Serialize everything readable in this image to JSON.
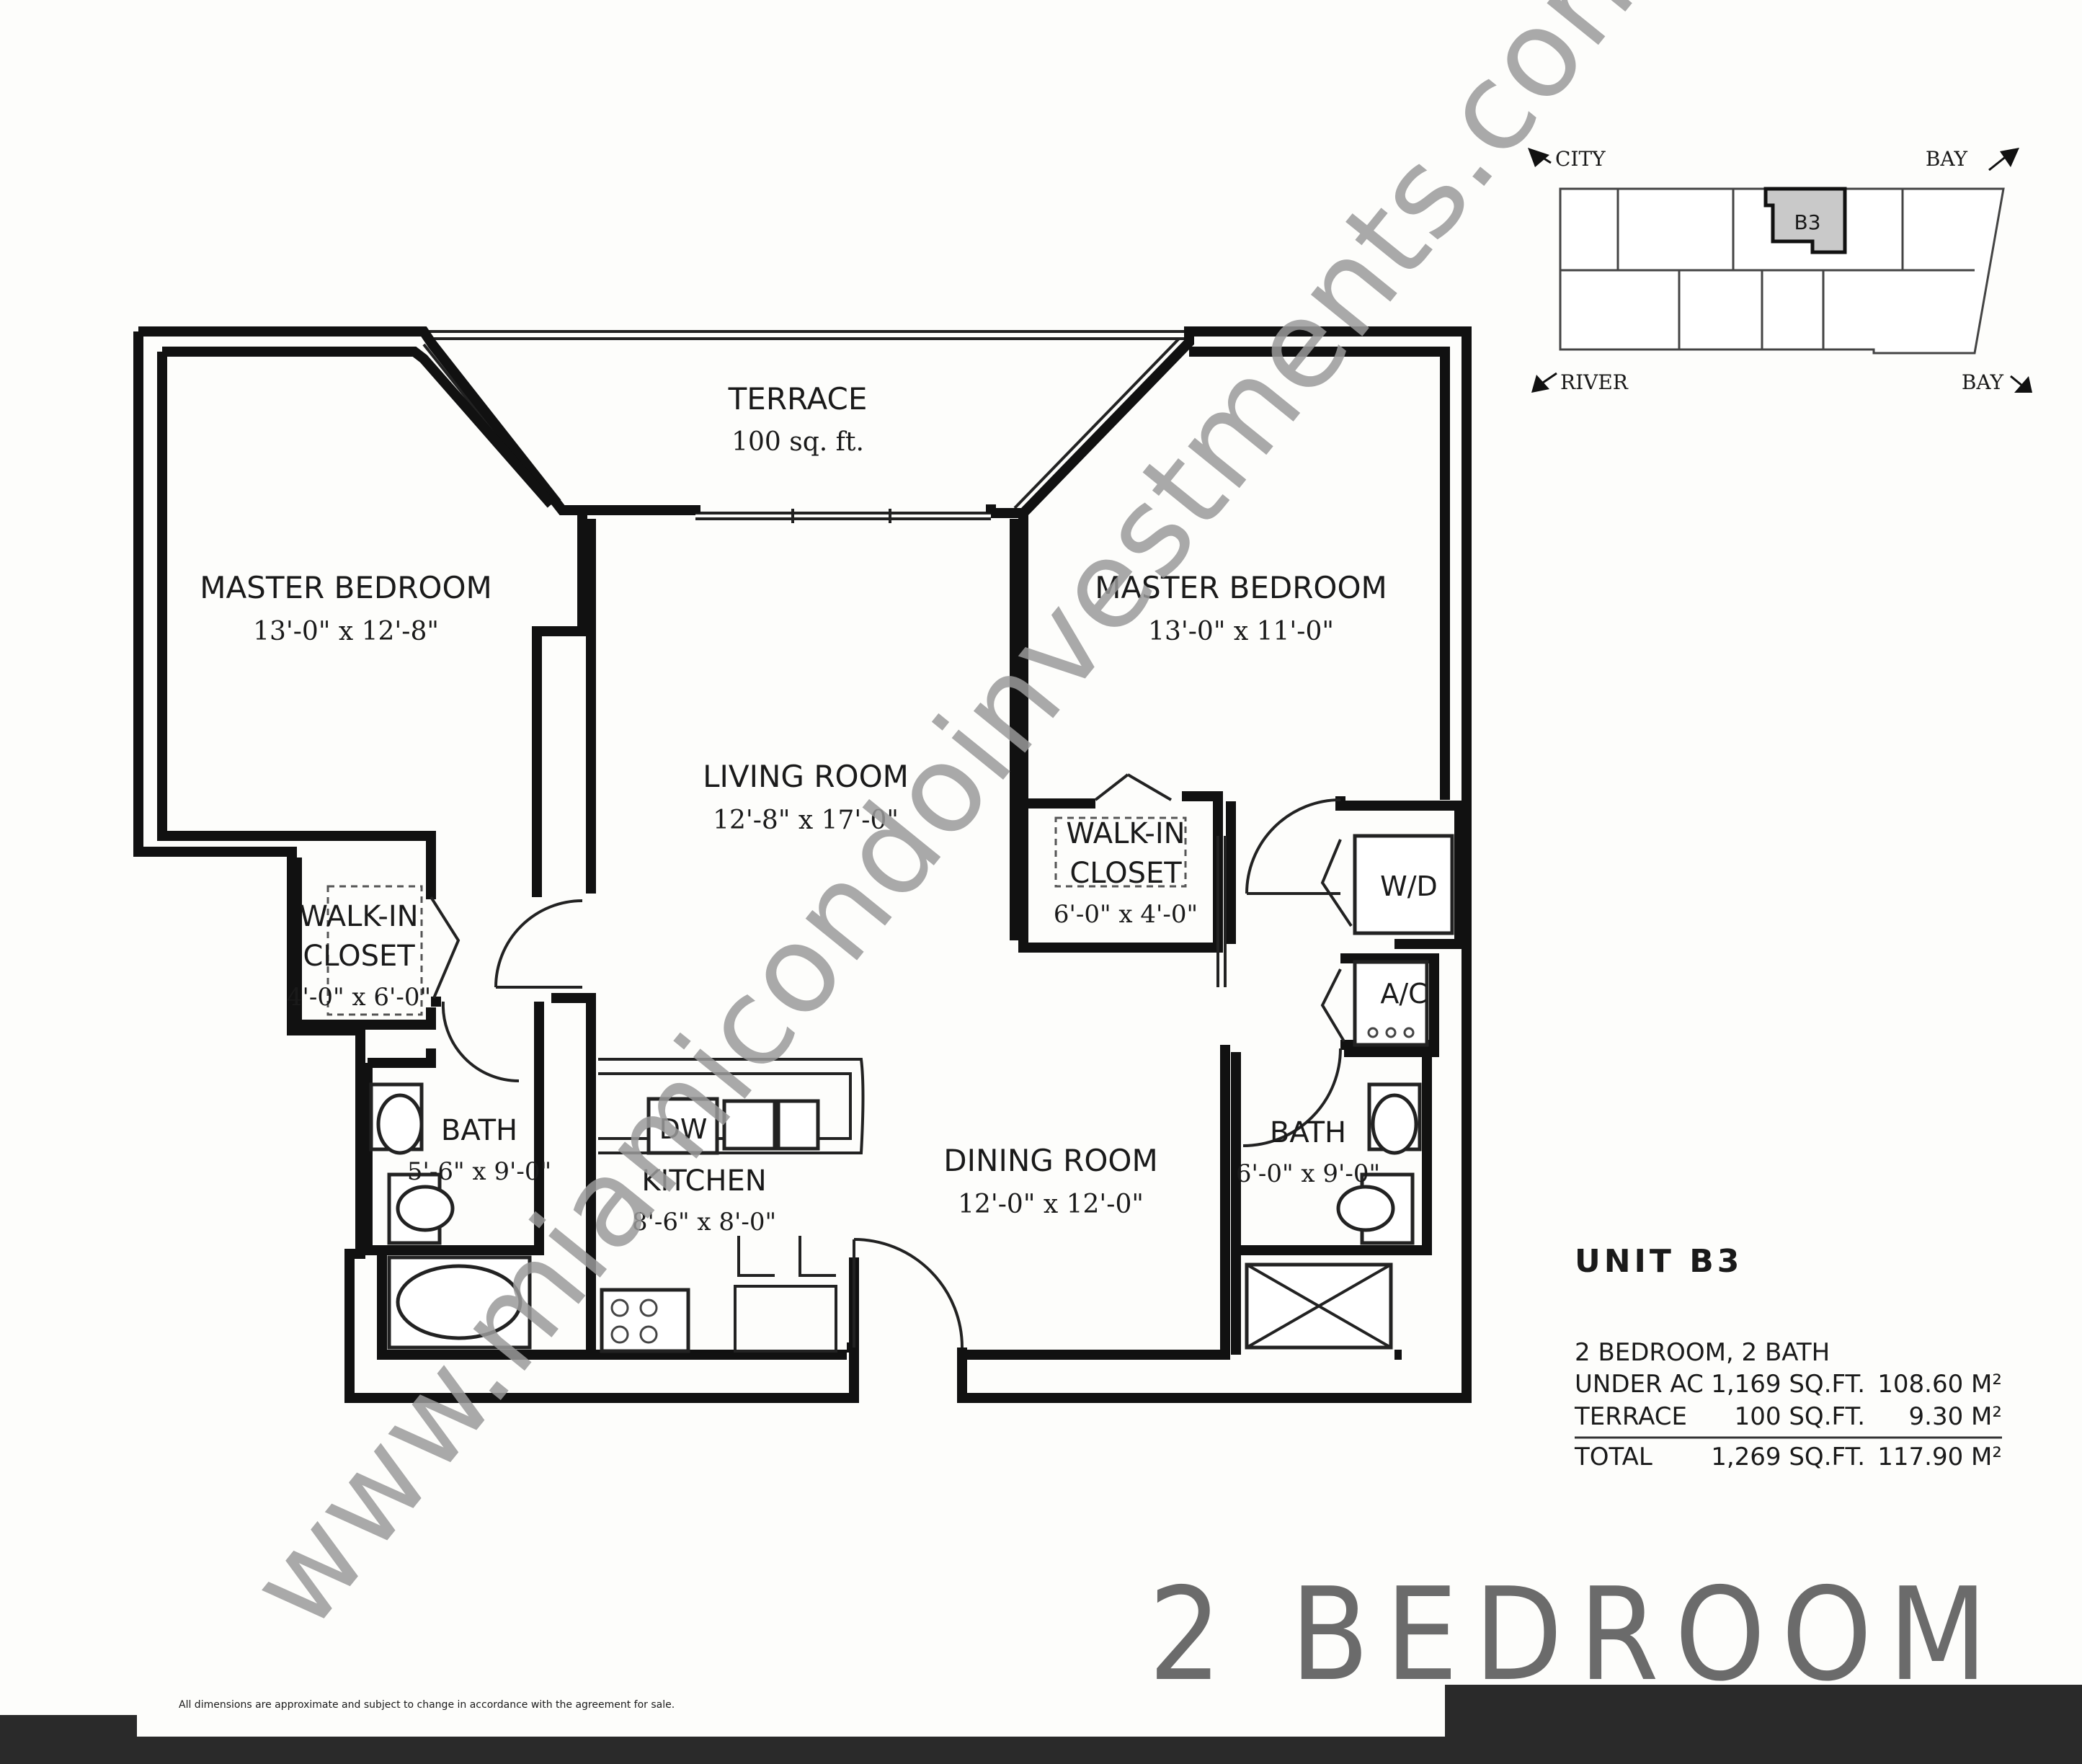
{
  "watermark": "www.miamicondoinvestments.com",
  "rooms": {
    "terrace": {
      "name": "TERRACE",
      "size": "100 sq. ft."
    },
    "master_left": {
      "name": "MASTER BEDROOM",
      "size": "13'-0\" x 12'-8\""
    },
    "master_right": {
      "name": "MASTER BEDROOM",
      "size": "13'-0\" x 11'-0\""
    },
    "living": {
      "name": "LIVING ROOM",
      "size": "12'-8\" x 17'-0\""
    },
    "closet_left": {
      "name1": "WALK-IN",
      "name2": "CLOSET",
      "size": "4'-0\" x 6'-0\""
    },
    "closet_right": {
      "name1": "WALK-IN",
      "name2": "CLOSET",
      "size": "6'-0\" x 4'-0\""
    },
    "bath_left": {
      "name": "BATH",
      "size": "5'-6\" x 9'-0\""
    },
    "bath_right": {
      "name": "BATH",
      "size": "6'-0\" x 9'-0\""
    },
    "kitchen": {
      "name": "KITCHEN",
      "size": "8'-6\" x 8'-0\""
    },
    "dining": {
      "name": "DINING ROOM",
      "size": "12'-0\" x 12'-0\""
    },
    "dw": "DW",
    "wd": "W/D",
    "ac": "A/C"
  },
  "keyplan": {
    "city": "CITY",
    "bay_top": "BAY",
    "river": "RIVER",
    "bay_bottom": "BAY",
    "unit": "B3"
  },
  "unit_title": "UNIT B3",
  "specs": {
    "type": "2 BEDROOM, 2 BATH",
    "rows": [
      {
        "label": "UNDER AC",
        "sqft": "1,169 SQ.FT.",
        "m2": "108.60 M²"
      },
      {
        "label": "TERRACE",
        "sqft": "100 SQ.FT.",
        "m2": "9.30 M²"
      },
      {
        "label": "TOTAL",
        "sqft": "1,269 SQ.FT.",
        "m2": "117.90 M²"
      }
    ]
  },
  "headline": "2 BEDROOM",
  "disclaimer": "All dimensions are approximate and subject to change in accordance with the agreement for sale.",
  "colors": {
    "wall": "#111111",
    "watermark": "#9a9a9a",
    "headline": "#6b6b6b",
    "footer_bar": "#2a2a2a",
    "unit_highlight": "#c9c9c9"
  }
}
